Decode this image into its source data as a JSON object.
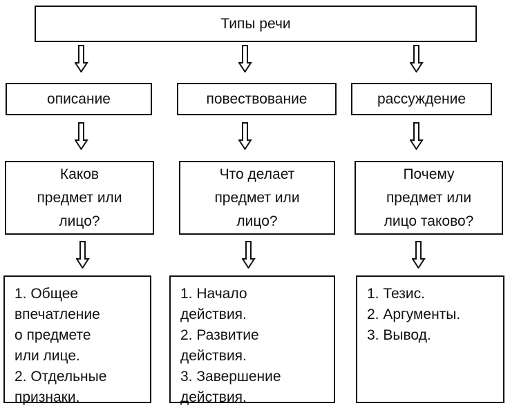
{
  "title": "Типы речи",
  "columns": [
    {
      "type": "описание",
      "question": [
        "Каков",
        "предмет или",
        "лицо?"
      ],
      "structure": [
        "1. Общее",
        "впечатление",
        "о предмете",
        "или лице.",
        "2. Отдельные",
        "признаки."
      ]
    },
    {
      "type": "повествование",
      "question": [
        "Что делает",
        "предмет или",
        "лицо?"
      ],
      "structure": [
        "1. Начало",
        "действия.",
        "2. Развитие",
        "действия.",
        "3. Завершение",
        "действия."
      ]
    },
    {
      "type": "рассуждение",
      "question": [
        "Почему",
        "предмет или",
        "лицо таково?"
      ],
      "structure": [
        "1. Тезис.",
        "2. Аргументы.",
        "3. Вывод."
      ]
    }
  ],
  "icons": {
    "connector": "down-arrow-icon"
  }
}
